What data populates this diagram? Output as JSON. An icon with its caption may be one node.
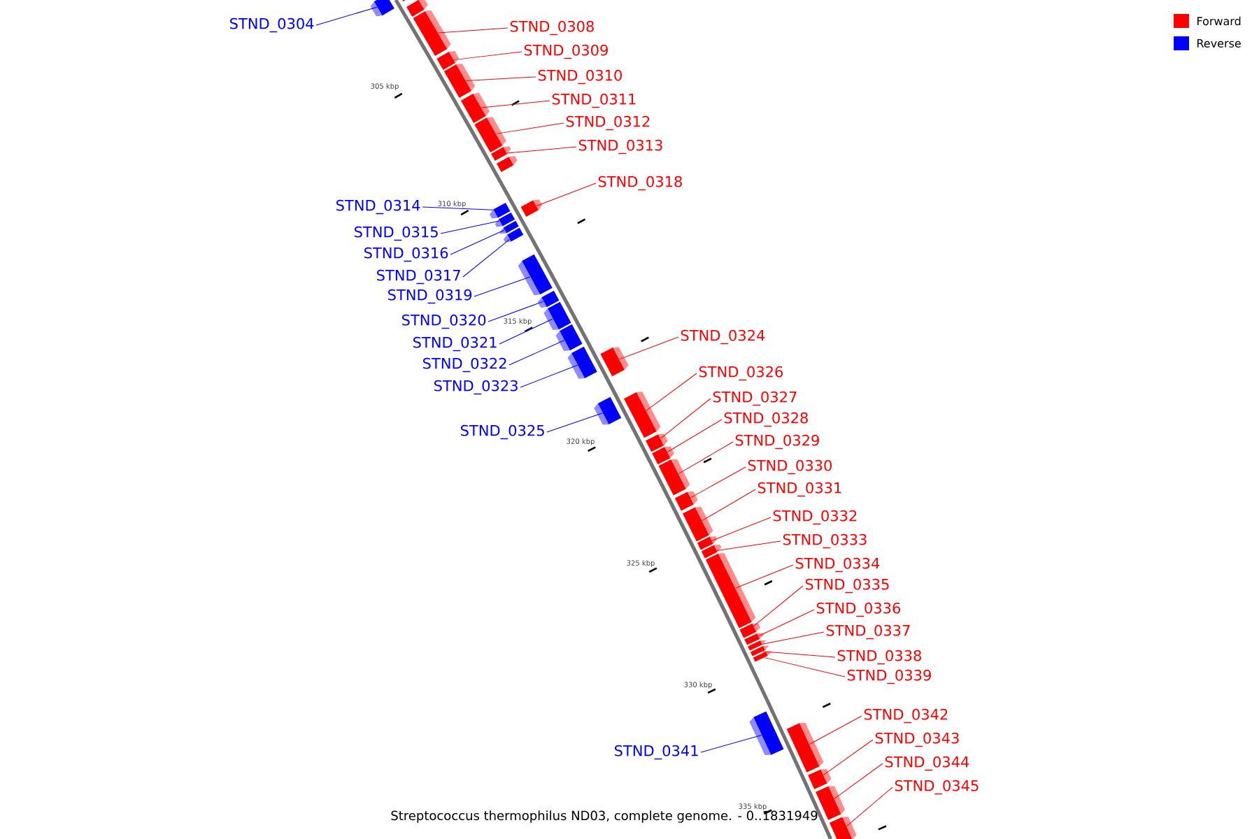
{
  "diagram": {
    "caption": "Streptococcus thermophilus ND03, complete genome. - 0..1831949",
    "nodes": [
      {
        "text": [
          "STND_0304"
        ]
      },
      {
        "text": [
          "STND_0308"
        ]
      },
      {
        "text": [
          "STND_0309"
        ]
      },
      {
        "text": [
          "STND_0310"
        ]
      },
      {
        "text": [
          "STND_0311"
        ]
      },
      {
        "text": [
          "STND_0312"
        ]
      },
      {
        "text": [
          "STND_0313"
        ]
      },
      {
        "text": [
          "STND_0318"
        ]
      },
      {
        "text": [
          "STND_0314"
        ]
      },
      {
        "text": [
          "STND_0315"
        ]
      },
      {
        "text": [
          "STND_0316"
        ]
      },
      {
        "text": [
          "STND_0317"
        ]
      },
      {
        "text": [
          "STND_0319"
        ]
      },
      {
        "text": [
          "STND_0320"
        ]
      },
      {
        "text": [
          "STND_0321"
        ]
      },
      {
        "text": [
          "STND_0322"
        ]
      },
      {
        "text": [
          "STND_0323"
        ]
      },
      {
        "text": [
          "STND_0324"
        ]
      },
      {
        "text": [
          "STND_0325"
        ]
      },
      {
        "text": [
          "STND_0326"
        ]
      },
      {
        "text": [
          "STND_0327"
        ]
      },
      {
        "text": [
          "STND_0328"
        ]
      },
      {
        "text": [
          "STND_0329"
        ]
      },
      {
        "text": [
          "STND_0330"
        ]
      },
      {
        "text": [
          "STND_0331"
        ]
      },
      {
        "text": [
          "STND_0332"
        ]
      },
      {
        "text": [
          "STND_0333"
        ]
      },
      {
        "text": [
          "STND_0334"
        ]
      },
      {
        "text": [
          "STND_0335"
        ]
      },
      {
        "text": [
          "STND_0336"
        ]
      },
      {
        "text": [
          "STND_0337"
        ]
      },
      {
        "text": [
          "STND_0338"
        ]
      },
      {
        "text": [
          "STND_0339"
        ]
      },
      {
        "text": [
          "STND_0341"
        ]
      },
      {
        "text": [
          "STND_0342"
        ]
      },
      {
        "text": [
          "STND_0343"
        ]
      },
      {
        "text": [
          "STND_0344"
        ]
      },
      {
        "text": [
          "STND_0345"
        ]
      },
      {
        "text": [],
        "shape": "bar"
      },
      {
        "text": [],
        "shape": "bar"
      },
      {
        "text": [],
        "shape": "bar"
      },
      {
        "text": [],
        "shape": "bar"
      },
      {
        "text": [],
        "shape": "bar"
      },
      {
        "text": [],
        "shape": "bar"
      },
      {
        "text": [],
        "shape": "bar"
      },
      {
        "text": [],
        "shape": "bar"
      },
      {
        "text": [],
        "shape": "bar"
      },
      {
        "text": [],
        "shape": "bar"
      },
      {
        "text": [],
        "shape": "bar"
      },
      {
        "text": [],
        "shape": "bar"
      },
      {
        "text": [],
        "shape": "bar"
      },
      {
        "text": [],
        "shape": "bar"
      },
      {
        "text": [],
        "shape": "bar"
      },
      {
        "text": [],
        "shape": "bar"
      },
      {
        "text": [],
        "shape": "bar"
      },
      {
        "text": [],
        "shape": "bar"
      },
      {
        "text": [],
        "shape": "bar"
      },
      {
        "text": [],
        "shape": "bar"
      },
      {
        "text": [],
        "shape": "bar"
      },
      {
        "text": [],
        "shape": "bar"
      },
      {
        "text": [],
        "shape": "bar"
      },
      {
        "text": [],
        "shape": "bar"
      },
      {
        "text": [],
        "shape": "bar"
      },
      {
        "text": [],
        "shape": "bar"
      },
      {
        "text": [],
        "shape": "bar"
      },
      {
        "text": [],
        "shape": "bar"
      },
      {
        "text": [],
        "shape": "bar"
      },
      {
        "text": [],
        "shape": "bar"
      },
      {
        "text": [],
        "shape": "bar"
      },
      {
        "text": [],
        "shape": "bar"
      },
      {
        "text": [],
        "shape": "bar"
      },
      {
        "text": [],
        "shape": "bar"
      },
      {
        "text": [],
        "shape": "bar"
      },
      {
        "text": [],
        "shape": "bar"
      },
      {
        "text": [],
        "shape": "bar"
      },
      {
        "text": [],
        "shape": "bar"
      },
      {
        "text": [],
        "shape": "bar"
      },
      {
        "text": [],
        "shape": "bar"
      },
      {
        "text": [],
        "shape": "bar"
      }
    ],
    "edges": [
      {
        "from": 0,
        "to": 39,
        "arrow": "none",
        "color": "#0000ff"
      },
      {
        "from": 1,
        "to": 41,
        "arrow": "none"
      },
      {
        "from": 2,
        "to": 42,
        "arrow": "none"
      },
      {
        "from": 3,
        "to": 43,
        "arrow": "none"
      },
      {
        "from": 4,
        "to": 44,
        "arrow": "none"
      },
      {
        "from": 5,
        "to": 45,
        "arrow": "none"
      },
      {
        "from": 6,
        "to": 46,
        "arrow": "none"
      },
      {
        "from": 7,
        "to": 49,
        "arrow": "none"
      },
      {
        "from": 8,
        "to": 48,
        "arrow": "none",
        "color": "#0000ff"
      },
      {
        "from": 9,
        "to": 50,
        "arrow": "none",
        "color": "#0000ff"
      },
      {
        "from": 10,
        "to": 51,
        "arrow": "none",
        "color": "#0000ff"
      },
      {
        "from": 11,
        "to": 52,
        "arrow": "none",
        "color": "#0000ff"
      },
      {
        "from": 12,
        "to": 53,
        "arrow": "none",
        "color": "#0000ff"
      },
      {
        "from": 13,
        "to": 54,
        "arrow": "none",
        "color": "#0000ff"
      },
      {
        "from": 14,
        "to": 55,
        "arrow": "none",
        "color": "#0000ff"
      },
      {
        "from": 15,
        "to": 56,
        "arrow": "none",
        "color": "#0000ff"
      },
      {
        "from": 16,
        "to": 57,
        "arrow": "none",
        "color": "#0000ff"
      },
      {
        "from": 17,
        "to": 58,
        "arrow": "none"
      },
      {
        "from": 18,
        "to": 59,
        "arrow": "none",
        "color": "#0000ff"
      },
      {
        "from": 19,
        "to": 60,
        "arrow": "none"
      },
      {
        "from": 20,
        "to": 61,
        "arrow": "none"
      },
      {
        "from": 21,
        "to": 62,
        "arrow": "none"
      },
      {
        "from": 22,
        "to": 63,
        "arrow": "none"
      },
      {
        "from": 23,
        "to": 64,
        "arrow": "none"
      },
      {
        "from": 24,
        "to": 65,
        "arrow": "none"
      },
      {
        "from": 25,
        "to": 66,
        "arrow": "none"
      },
      {
        "from": 26,
        "to": 67,
        "arrow": "none"
      },
      {
        "from": 27,
        "to": 68,
        "arrow": "none"
      },
      {
        "from": 28,
        "to": 69,
        "arrow": "none"
      },
      {
        "from": 29,
        "to": 70,
        "arrow": "none"
      },
      {
        "from": 30,
        "to": 71,
        "arrow": "none"
      },
      {
        "from": 31,
        "to": 72,
        "arrow": "none"
      },
      {
        "from": 32,
        "to": 73,
        "arrow": "none"
      },
      {
        "from": 33,
        "to": 74,
        "arrow": "none",
        "color": "#0000ff"
      },
      {
        "from": 34,
        "to": 75,
        "arrow": "none"
      },
      {
        "from": 35,
        "to": 76,
        "arrow": "none"
      },
      {
        "from": 36,
        "to": 77,
        "arrow": "none"
      },
      {
        "from": 37,
        "to": 78,
        "arrow": "none"
      }
    ],
    "labels": [
      "305 kbp",
      "310 kbp",
      "315 kbp",
      "320 kbp",
      "325 kbp",
      "330 kbp",
      "335 kbp"
    ],
    "legend": [
      {
        "text": "Forward",
        "color": "#ff0000"
      },
      {
        "text": "Reverse",
        "color": "#0000ff"
      }
    ]
  }
}
